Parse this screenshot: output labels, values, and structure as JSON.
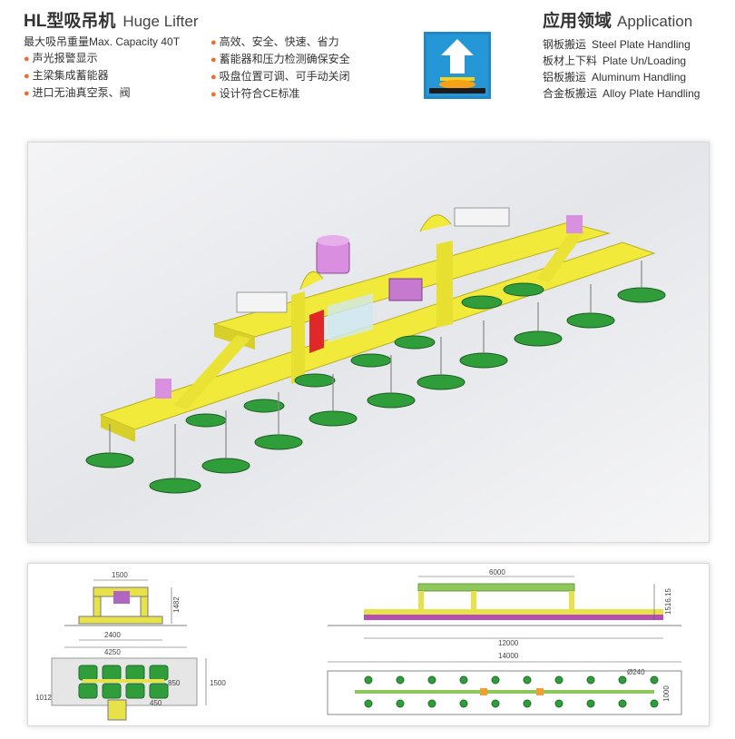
{
  "header": {
    "title_cn": "HL型吸吊机",
    "title_en": "Huge Lifter",
    "features_col1": [
      {
        "text": "最大吸吊重量Max. Capacity 40T",
        "bullet": false
      },
      {
        "text": "声光报警显示",
        "bullet": true
      },
      {
        "text": "主梁集成蓄能器",
        "bullet": true
      },
      {
        "text": "进口无油真空泵、阀",
        "bullet": true
      }
    ],
    "features_col2": [
      {
        "text": "高效、安全、快速、省力",
        "bullet": true
      },
      {
        "text": "蓄能器和压力检测确保安全",
        "bullet": true
      },
      {
        "text": "吸盘位置可调、可手动关闭",
        "bullet": true
      },
      {
        "text": "设计符合CE标准",
        "bullet": true
      }
    ]
  },
  "application": {
    "title_cn": "应用领域",
    "title_en": "Application",
    "icon": "vacuum-lift-arrow-icon",
    "items": [
      {
        "cn": "钢板搬运",
        "en": "Steel Plate Handling"
      },
      {
        "cn": "板材上下料",
        "en": "Plate Un/Loading"
      },
      {
        "cn": "铝板搬运",
        "en": "Aluminum Handling"
      },
      {
        "cn": "合金板搬运",
        "en": "Alloy Plate Handling"
      }
    ]
  },
  "drawings": {
    "side_view": {
      "width_top": "1500",
      "height": "1482",
      "span": "2400",
      "overall": "4250"
    },
    "plan_view": {
      "height_outer": "1500",
      "height_inner": "850",
      "offset": "1012",
      "pitch": "450"
    },
    "front_view": {
      "top_span": "6000",
      "height": "1516.15",
      "length": "12000"
    },
    "top_view": {
      "length": "14000",
      "cup_dia": "Ø240",
      "width": "1000"
    }
  },
  "colors": {
    "accent": "#f26b2a",
    "frame_yellow": "#f2ea3a",
    "pad_green": "#2f9e3a",
    "beam_purple": "#b44fb4",
    "beam_green": "#8ec85a",
    "icon_blue": "#1e88c8"
  }
}
